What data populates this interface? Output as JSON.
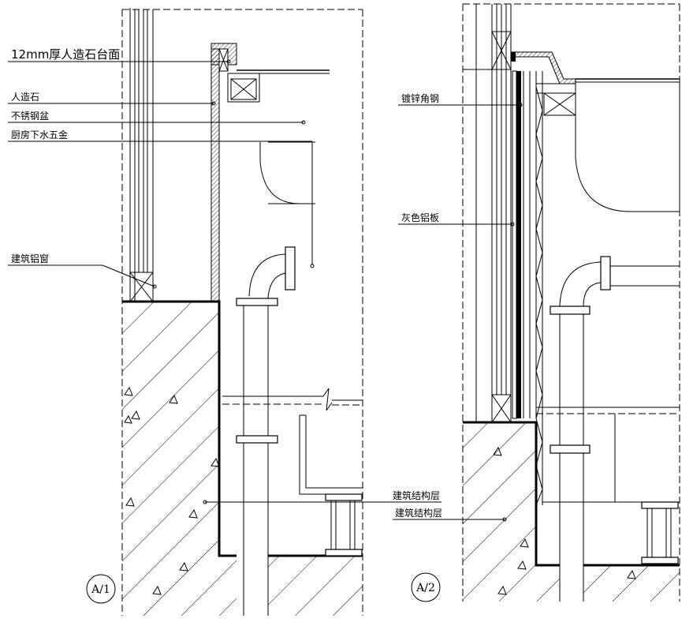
{
  "left_detail": {
    "labels": {
      "countertop": "12mm厚人造石台面",
      "artificial_stone": "人造石",
      "stainless_basin": "不锈钢盆",
      "kitchen_hardware": "厨房下水五金",
      "aluminum_window": "建筑铝窗",
      "structure_layer": "建筑结构层"
    },
    "tag": "A/1"
  },
  "right_detail": {
    "labels": {
      "galvanized_angle": "镀锌角钢",
      "gray_aluminum_panel": "灰色铝板",
      "structure_layer": "建筑结构层"
    },
    "tag": "A/2"
  }
}
